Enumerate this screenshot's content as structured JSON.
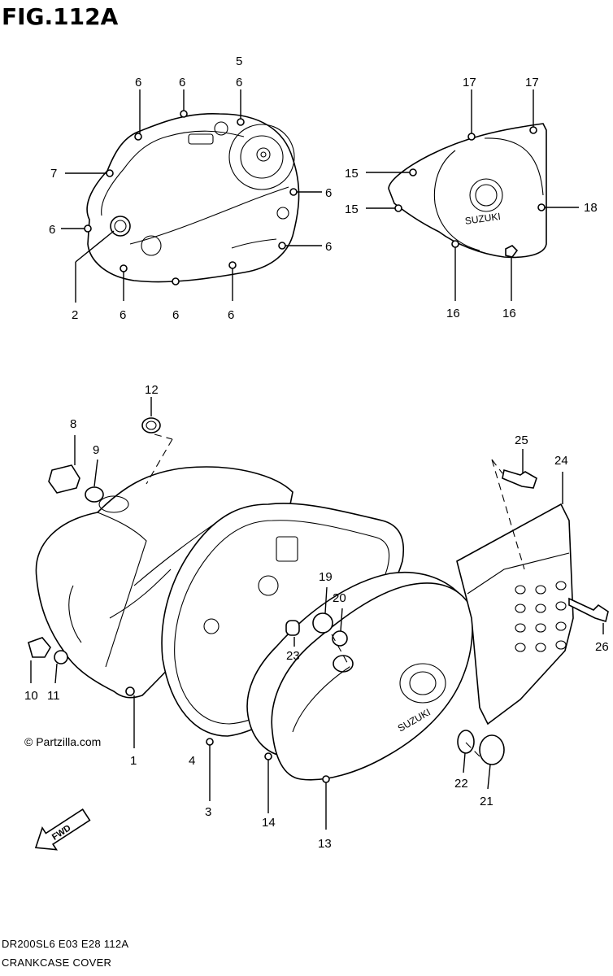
{
  "figure_title": "FIG.112A",
  "footer": {
    "model_code": "DR200SL6  E03  E28  112A",
    "caption": "CRANKCASE COVER"
  },
  "watermark": "© Partzilla.com",
  "fwd_label": "FWD",
  "cover_brand": "SUZUKI",
  "callouts": {
    "c5": "5",
    "c6a": "6",
    "c6b": "6",
    "c6c": "6",
    "c7": "7",
    "c6d": "6",
    "c6e": "6",
    "c6f": "6",
    "c2": "2",
    "c6g": "6",
    "c6h": "6",
    "c6i": "6",
    "c17a": "17",
    "c17b": "17",
    "c15a": "15",
    "c15b": "15",
    "c18": "18",
    "c16a": "16",
    "c16b": "16",
    "c12": "12",
    "c8": "8",
    "c9": "9",
    "c25": "25",
    "c24": "24",
    "c19": "19",
    "c20": "20",
    "c10": "10",
    "c11": "11",
    "c23": "23",
    "c26": "26",
    "c1": "1",
    "c4": "4",
    "c3": "3",
    "c14": "14",
    "c13": "13",
    "c22": "22",
    "c21": "21"
  }
}
